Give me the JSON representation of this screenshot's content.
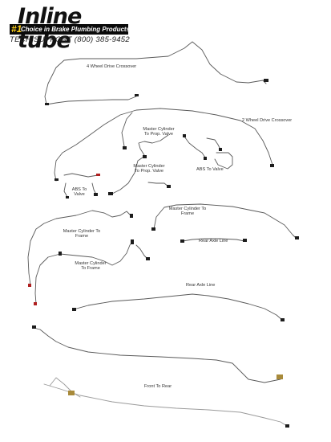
{
  "header": {
    "brand_name": "Inline tube",
    "tagline_number": "#1",
    "tagline_text": "Choice in Brake Plumbing Products",
    "support_line": "TECH SUPPORT (800) 385-9452"
  },
  "lines": {
    "four_wd_crossover": "4 Wheel Drive Crossover",
    "two_wd_crossover": "2 Wheel Drive Crossover",
    "mc_prop_valve_1": "Master Cylinder To Prop. Valve",
    "mc_prop_valve_2": "Master Cylinder To Prop. Valve",
    "abs_valve_right": "ABS To Valve",
    "abs_valve_left": "ABS To Valve",
    "mc_frame_right": "Master Cylinder To Frame",
    "mc_frame_left_1": "Master Cylinder To Frame",
    "mc_frame_left_2": "Master Cylinder To Frame",
    "rear_axle_line_1": "Rear Axle Line",
    "rear_axle_line_2": "Rear Axle Line",
    "front_to_rear": "Front To Rear"
  },
  "colors": {
    "pipe": "#5a5a5a",
    "fitting": "#1c1c1c",
    "fitting_accent": "#b02020",
    "tag_bg": "#0a0a0a",
    "tag_number": "#ffd11a"
  }
}
